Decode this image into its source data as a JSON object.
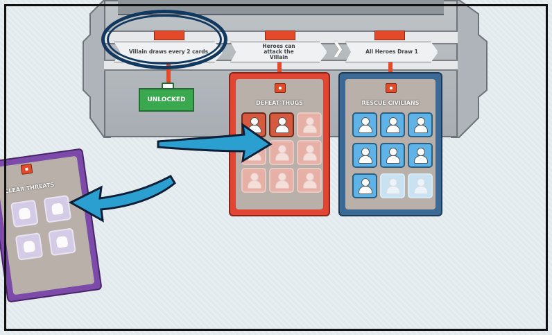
{
  "board": {
    "header_text": "",
    "steps": [
      {
        "label": "Villain draws every 2 cards"
      },
      {
        "label": "Heroes can attack the Villain"
      },
      {
        "label": "All Heroes Draw 1"
      }
    ],
    "unlocked_label": "UNLOCKED"
  },
  "cards": {
    "defeat_thugs": {
      "title": "DEFEAT THUGS",
      "filled": 2,
      "total": 9,
      "color": "#e04634"
    },
    "rescue_civilians": {
      "title": "RESCUE CIVILIANS",
      "filled": 7,
      "total": 9,
      "color": "#3c6a94"
    },
    "clear_threats": {
      "title": "CLEAR THREATS",
      "filled": 0,
      "total": 4,
      "color": "#7c4aa8"
    }
  },
  "annotations": {
    "highlight_color": "#11385e",
    "arrow_color": "#2a9fd0"
  }
}
